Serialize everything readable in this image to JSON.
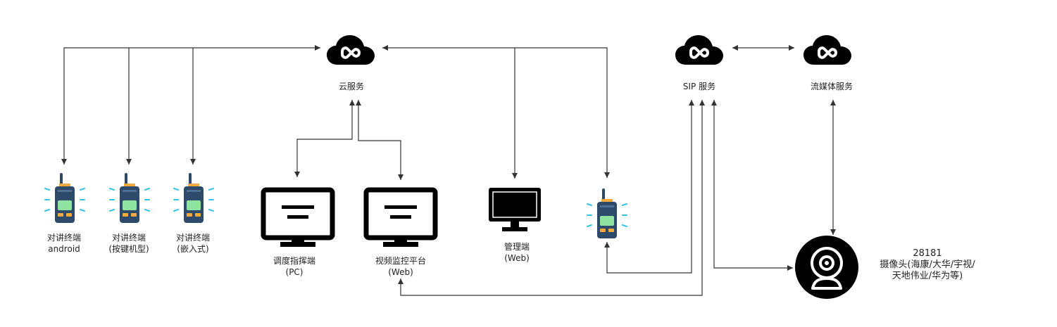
{
  "services": {
    "cloud_main": "云服务",
    "sip": "SIP 服务",
    "media": "流媒体服务"
  },
  "terminals": {
    "android_line1": "对讲终端",
    "android_line2": "android",
    "keypad_line1": "对讲终端",
    "keypad_line2": "(按键机型)",
    "embedded_line1": "对讲终端",
    "embedded_line2": "(嵌入式)"
  },
  "clients": {
    "dispatch_line1": "调度指挥端",
    "dispatch_line2": "(PC)",
    "video_line1": "视频监控平台",
    "video_line2": "(Web)",
    "admin_line1": "管理端",
    "admin_line2": "(Web)"
  },
  "camera": {
    "line1": "28181",
    "line2": "摄像头(海康/大华/宇视/",
    "line3": "天地伟业/华为等)"
  },
  "colors": {
    "line": "#333333",
    "radio_body": "#2d4a6b",
    "radio_screen": "#8fe3a0",
    "radio_buttons": "#f3a93b",
    "signal": "#33c3e6",
    "icon_black": "#000000"
  }
}
